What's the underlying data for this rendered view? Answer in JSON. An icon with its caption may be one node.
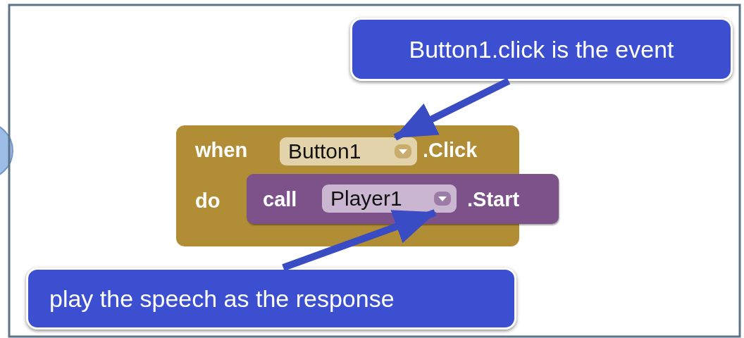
{
  "diagram": {
    "nodes": [
      {
        "text": [
          "Button1.click is the event"
        ]
      },
      {
        "text": [
          "when",
          ".Click",
          "do"
        ]
      },
      {
        "text": [
          "Button1"
        ],
        "in": 1
      },
      {
        "text": [
          "call",
          ".Start"
        ],
        "in": 1
      },
      {
        "text": [
          "Player1"
        ],
        "in": 3
      },
      {
        "text": [
          "play the speech as the response"
        ]
      }
    ],
    "edges": [
      {
        "from": 0,
        "to": 2,
        "arrow": "to"
      },
      {
        "from": 5,
        "to": 4,
        "arrow": "to"
      }
    ]
  }
}
